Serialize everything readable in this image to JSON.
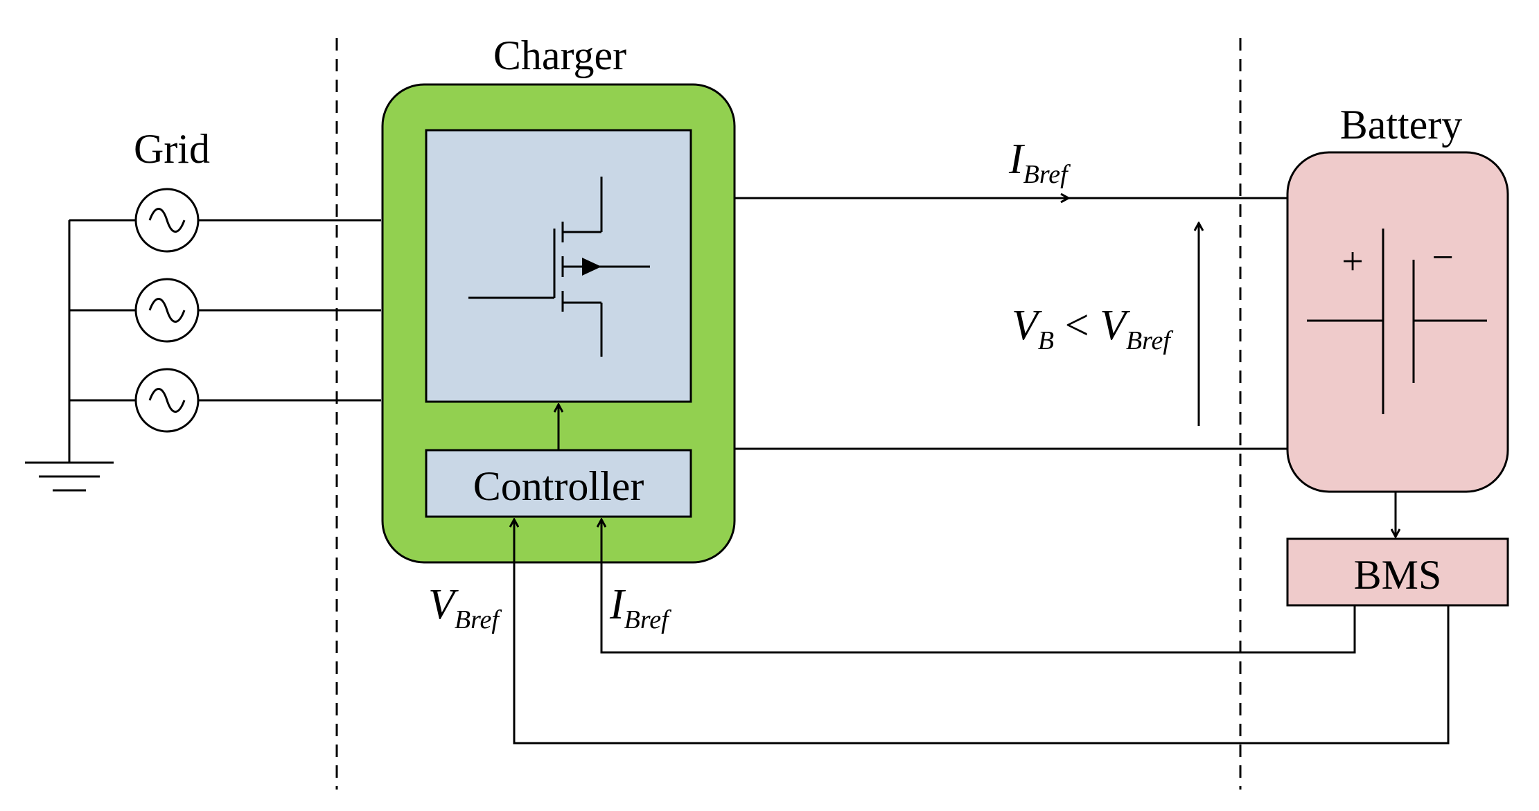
{
  "labels": {
    "grid": "Grid",
    "charger": "Charger",
    "battery": "Battery",
    "controller": "Controller",
    "bms": "BMS",
    "battery_plus": "+",
    "battery_minus": "−"
  },
  "signals": {
    "i_top": {
      "main": "I",
      "sub": "Bref"
    },
    "v_relation": {
      "v1": "V",
      "v1_sub": "B",
      "op": " < ",
      "v2": "V",
      "v2_sub": "Bref"
    },
    "v_ref": {
      "main": "V",
      "sub": "Bref"
    },
    "i_ref": {
      "main": "I",
      "sub": "Bref"
    }
  },
  "colors": {
    "charger_fill": "#92d050",
    "converter_fill": "#c9d7e6",
    "battery_fill": "#efcbcb",
    "line": "#000000"
  }
}
